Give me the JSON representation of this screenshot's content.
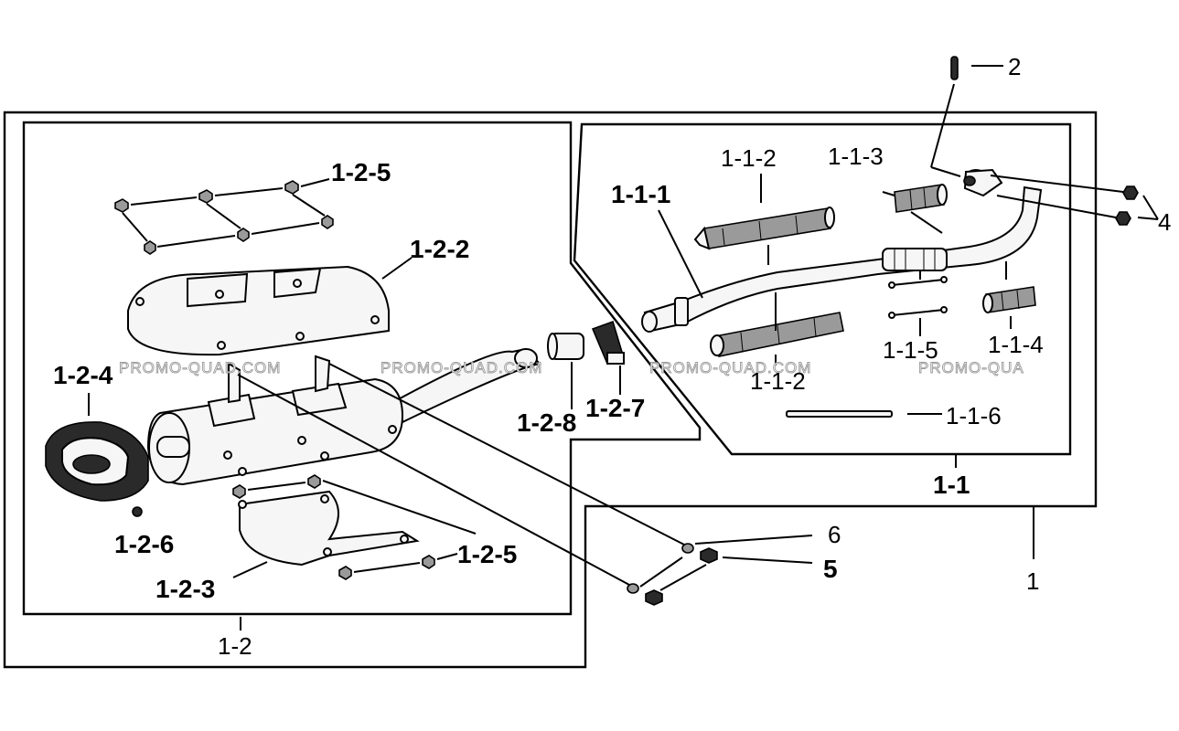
{
  "watermark": "PROMO-QUAD.COM",
  "watermark_partial": "PROMO-QUA",
  "labels": {
    "l_2": "2",
    "l_4": "4",
    "l_1_1_1": "1-1-1",
    "l_1_1_2_top": "1-1-2",
    "l_1_1_3": "1-1-3",
    "l_1_1_2_bottom": "1-1-2",
    "l_1_1_5": "1-1-5",
    "l_1_1_4": "1-1-4",
    "l_1_1_6": "1-1-6",
    "l_1_1": "1-1",
    "l_1": "1",
    "l_1_2_5_top": "1-2-5",
    "l_1_2_2": "1-2-2",
    "l_1_2_4": "1-2-4",
    "l_1_2_8": "1-2-8",
    "l_1_2_7": "1-2-7",
    "l_1_2_6": "1-2-6",
    "l_1_2_3": "1-2-3",
    "l_1_2_5_bottom": "1-2-5",
    "l_6": "6",
    "l_5": "5",
    "l_1_2": "1-2"
  }
}
